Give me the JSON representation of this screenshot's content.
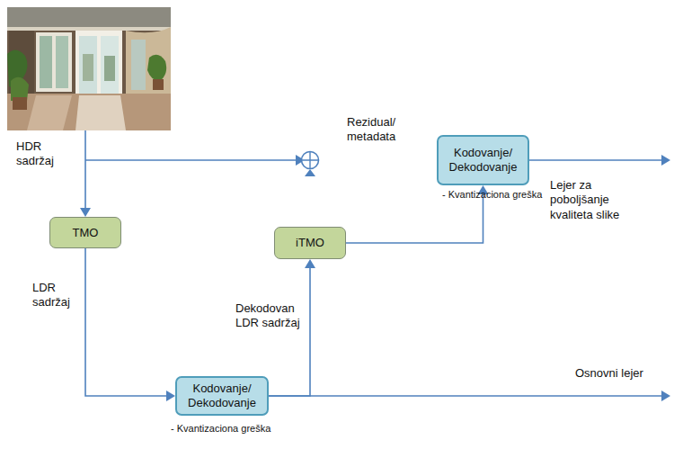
{
  "diagram": {
    "nodes": [
      {
        "text": [
          "Kodovanje/ Dekodovanje"
        ]
      },
      {
        "text": [
          "TMO"
        ]
      },
      {
        "text": [
          "iTMO"
        ]
      },
      {
        "text": [
          "Kodovanje/ Dekodovanje"
        ]
      }
    ],
    "edges": [
      {
        "from": 1,
        "to": 3,
        "arrow": "to",
        "label": "LDR sadržaj"
      },
      {
        "from": 3,
        "to": 2,
        "arrow": "to",
        "label": "Dekodovan LDR sadržaj"
      },
      {
        "from": 2,
        "to": 0,
        "arrow": "to",
        "label": "Rezidual/ metadata"
      }
    ],
    "labels": [
      "HDR sadržaj",
      "- Kvantizaciona greška",
      "Lejer za poboljšanje kvaliteta slike",
      "- Kvantizaciona greška",
      "Osnovni lejer"
    ]
  }
}
